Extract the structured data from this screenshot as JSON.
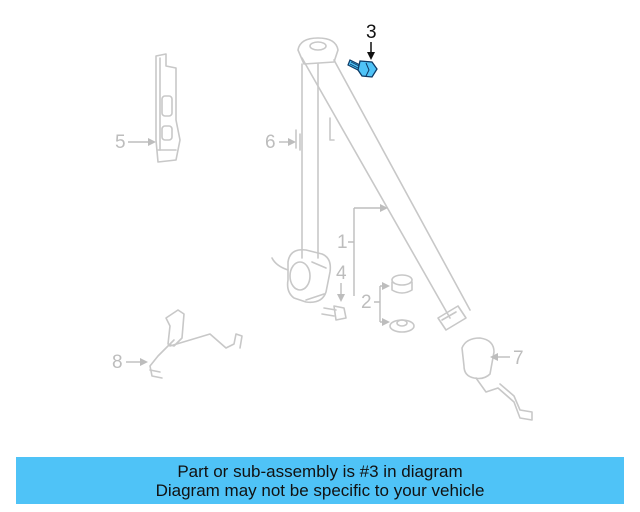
{
  "diagram": {
    "callouts": {
      "c1": "1",
      "c2": "2",
      "c3": "3",
      "c4": "4",
      "c5": "5",
      "c6": "6",
      "c7": "7",
      "c8": "8"
    },
    "highlighted_part": "3",
    "colors": {
      "highlight_part": "#4fc3f7",
      "highlight_outline": "#0d3a66",
      "line_art": "#c8c8c8",
      "banner": "#4fc3f7"
    }
  },
  "banner": {
    "line1": "Part or sub-assembly is #3 in diagram",
    "line2": "Diagram may not be specific to your vehicle"
  }
}
